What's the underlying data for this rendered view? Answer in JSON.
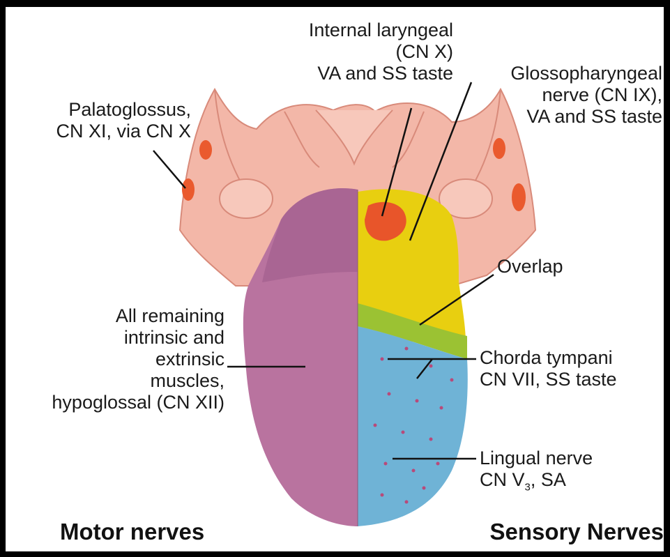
{
  "labels": {
    "internal_laryngeal": [
      "Internal laryngeal",
      "(CN X)",
      "VA and SS taste"
    ],
    "glossopharyngeal": [
      "Glossopharyngeal",
      "nerve (CN IX),",
      "VA and SS taste"
    ],
    "palatoglossus": [
      "Palatoglossus,",
      "CN XI, via CN X"
    ],
    "overlap": [
      "Overlap"
    ],
    "remaining_muscles": [
      "All remaining",
      "intrinsic and",
      "extrinsic",
      "muscles,",
      "hypoglossal (CN XII)"
    ],
    "chorda_tympani": [
      "Chorda tympani",
      "CN VII, SS taste"
    ],
    "lingual_nerve": [
      "Lingual nerve",
      "CN V",
      "3",
      ", SA"
    ]
  },
  "headings": {
    "motor": "Motor nerves",
    "sensory": "Sensory Nerves"
  },
  "colors": {
    "motor_region": "#b9739f",
    "glossopharyngeal_region": "#e8cf10",
    "internal_laryngeal_region": "#e8552a",
    "overlap_region": "#9bc233",
    "chorda_tympani_region": "#6fb3d6",
    "pharynx": "#f3b7a8",
    "background_frame": "#000000"
  }
}
